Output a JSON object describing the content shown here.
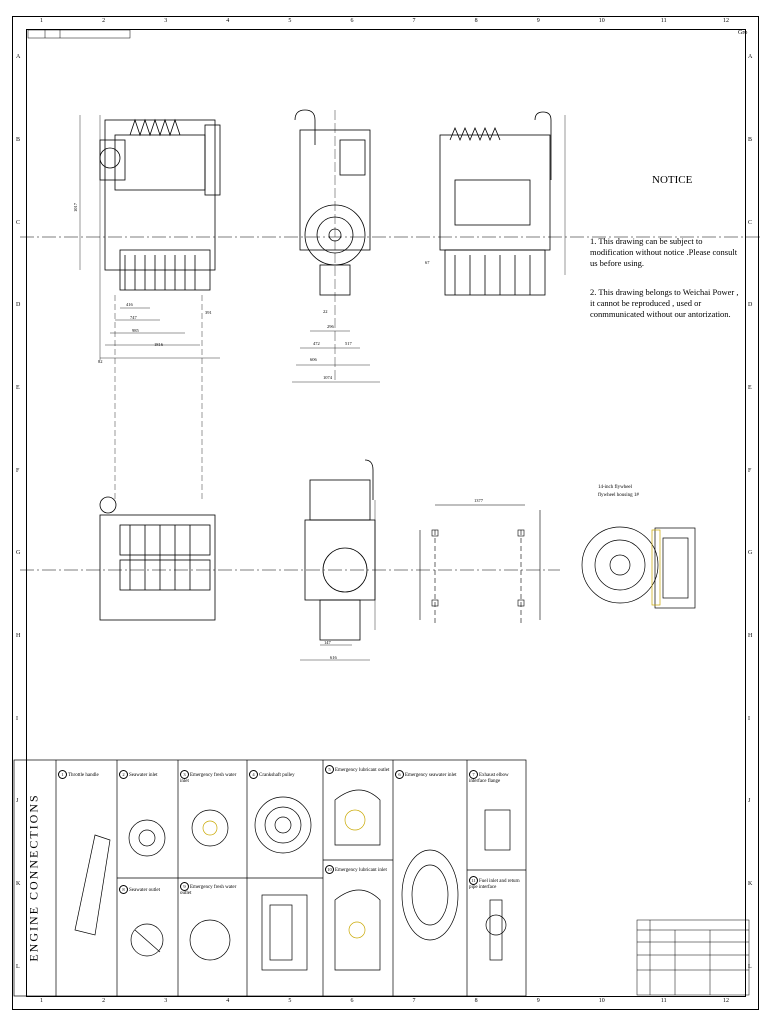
{
  "sheet": {
    "corner_label": "Gro",
    "columns": [
      "1",
      "2",
      "3",
      "4",
      "5",
      "6",
      "7",
      "8",
      "9",
      "10",
      "11",
      "12"
    ],
    "rows": [
      "A",
      "B",
      "C",
      "D",
      "E",
      "F",
      "G",
      "H",
      "I",
      "J",
      "K",
      "L"
    ]
  },
  "notice": {
    "title": "NOTICE",
    "p1": "1. This drawing can be subject to modification without notice .Please consult us before using.",
    "p2": "2. This drawing belongs to Weichai Power , it cannot be reproduced , used or conmmunicated without our antorization."
  },
  "dims_front": [
    "1017",
    "416",
    "747",
    "985",
    "1816",
    "82",
    "391"
  ],
  "dims_side": [
    "1074",
    "606",
    "517",
    "472",
    "296",
    "22"
  ],
  "dims_rear": [
    "67"
  ],
  "dims_lower": [
    "1377",
    "147",
    "616"
  ],
  "flywheel": {
    "label1": "14-inch flywheel",
    "label2": "flywheel housing 1#"
  },
  "connections": {
    "title": "ENGINE CONNECTIONS",
    "items": [
      {
        "n": "1",
        "label": "Throttle handle"
      },
      {
        "n": "2",
        "label": "Seawater inlet"
      },
      {
        "n": "3",
        "label": "Emergency fresh water inlet"
      },
      {
        "n": "4",
        "label": "Crankshaft pulley"
      },
      {
        "n": "5",
        "label": "Emergency lubricant outlet"
      },
      {
        "n": "6",
        "label": "Emergency seawater inlet"
      },
      {
        "n": "7",
        "label": "Exhaust elbow interface flange"
      },
      {
        "n": "8",
        "label": "Seawater outlet"
      },
      {
        "n": "9",
        "label": "Emergency fresh water outlet"
      },
      {
        "n": "10",
        "label": "Emergency lubricant inlet"
      },
      {
        "n": "11",
        "label": "Fuel inlet and return pipe interface"
      }
    ]
  }
}
